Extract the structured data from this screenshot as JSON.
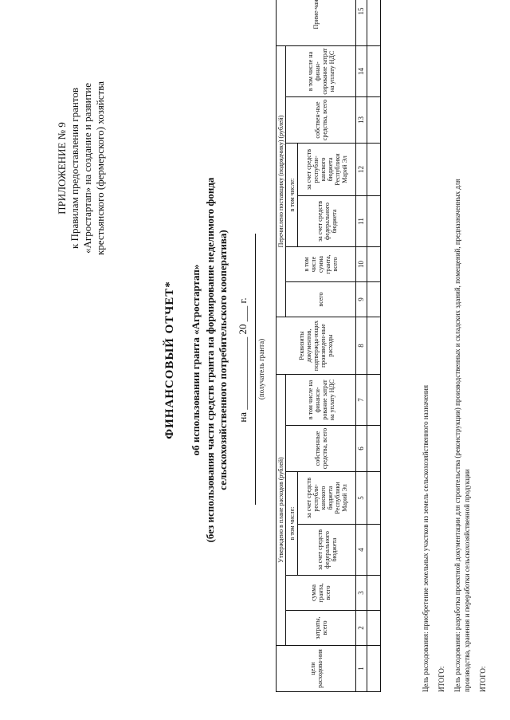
{
  "appendix": {
    "line1": "ПРИЛОЖЕНИЕ № 9",
    "line2": "к Правилам предоставления грантов",
    "line3": "«Агростартап» на создание и развитие",
    "line4": "крестьянского (фермерского) хозяйства"
  },
  "title": "ФИНАНСОВЫЙ ОТЧЕТ*",
  "subtitle1": "об использовании гранта «Агростартап»",
  "subtitle2": "(без использования части средств гранта на формирование неделимого фонда",
  "subtitle3": "сельскохозяйственного потребительского кооператива)",
  "date_line": "на ______________ 20 ___ г.",
  "recipient_caption": "(получатель гранта)",
  "table": {
    "col1": "цели расходова-ния",
    "col2": "затраты, всего",
    "group_approved": "Утверждено в плане расходов (рублей)",
    "col3": "сумма гранта, всего",
    "including": "в том числе:",
    "col4": "за счет средств федерального бюджета",
    "col5": "за счет средств республи-канского бюджета Республики Марий Эл",
    "col6": "собственные средства, всего",
    "col7": "в том числе на финанси-рование затрат на уплату НДС",
    "col8": "Реквизиты документов, подтвержда-ющих произведен-ные расходы",
    "group_paid": "Перечислено поставщику (подрядчику) (рублей)",
    "col9": "всего",
    "col10": "в том числе сумма гранта, всего",
    "including2": "в том числе:",
    "col11": "за счет средств федерального бюджета",
    "col12": "за счет средств республи-канского бюджета Республики Марий Эл",
    "col13": "собствен-ные средства, всего",
    "col14": "в том числе на финан-сирование затрат на уплату НДС",
    "col15": "Приме-чание",
    "numbers": [
      "1",
      "2",
      "3",
      "4",
      "5",
      "6",
      "7",
      "8",
      "9",
      "10",
      "11",
      "12",
      "13",
      "14",
      "15"
    ]
  },
  "purpose1": "Цель расходования: приобретение земельных участков из земель сельскохозяйственного назначения",
  "total1": "ИТОГО:",
  "purpose2a": "Цель расходования: разработка проектной документации для строительства (реконструкции) производственных и складских зданий, помещений, предназначенных для",
  "purpose2b": "производства, хранения и переработки сельскохозяйственной продукции",
  "total2": "ИТОГО:"
}
